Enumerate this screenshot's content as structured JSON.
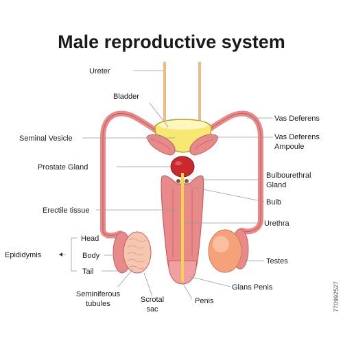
{
  "title": "Male reproductive system",
  "labels": {
    "ureter": "Ureter",
    "bladder": "Bladder",
    "vas_deferens": "Vas Deferens",
    "seminal_vesicle": "Seminal Vesicle",
    "vas_deferens_ampoule_1": "Vas Deferens",
    "vas_deferens_ampoule_2": "Ampoule",
    "prostate_gland": "Prostate Gland",
    "bulbourethral_gland_1": "Bulbourethral",
    "bulbourethral_gland_2": "Gland",
    "bulb": "Bulb",
    "erectile_tissue": "Erectile tissue",
    "urethra": "Urethra",
    "head": "Head",
    "epididymis": "Epididymis",
    "body": "Body",
    "tail": "Tail",
    "testes": "Testes",
    "glans_penis": "Glans Penis",
    "seminiferous_tubules_1": "Seminiferous",
    "seminiferous_tubules_2": "tubules",
    "scrotal_sac_1": "Scrotal",
    "scrotal_sac_2": "sac",
    "penis": "Penis"
  },
  "watermark": "770992527",
  "colors": {
    "tissue_pink": "#e98a8a",
    "tissue_dark": "#c95e60",
    "bladder_yellow": "#f6e873",
    "ureter_tan": "#f0b98a",
    "prostate_red": "#c9292c",
    "testis_orange": "#f5a27a"
  }
}
